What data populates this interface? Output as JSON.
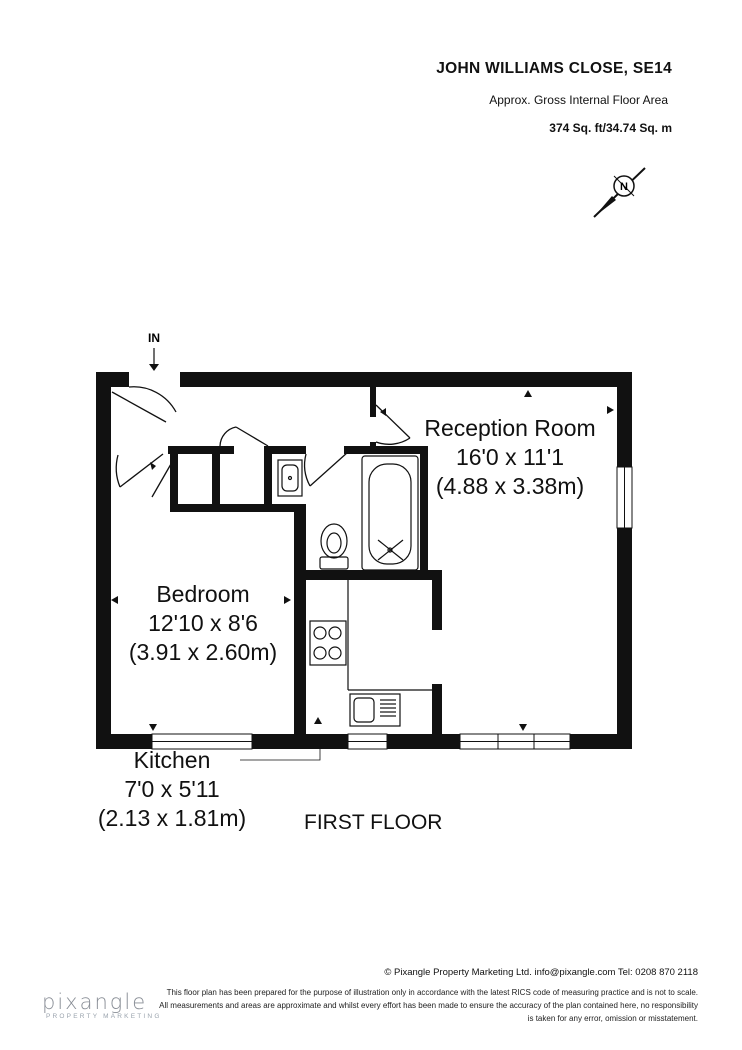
{
  "header": {
    "address": "JOHN WILLIAMS CLOSE, SE14",
    "area_label": "Approx. Gross Internal Floor Area",
    "area_value": "374 Sq. ft/34.74 Sq. m"
  },
  "compass": {
    "letter": "N",
    "icon": "compass-icon"
  },
  "entrance": {
    "label": "IN"
  },
  "rooms": {
    "reception": {
      "name": "Reception Room",
      "imperial": "16'0 x 11'1",
      "metric": "(4.88 x 3.38m)"
    },
    "bedroom": {
      "name": "Bedroom",
      "imperial": "12'10 x 8'6",
      "metric": "(3.91 x 2.60m)"
    },
    "kitchen": {
      "name": "Kitchen",
      "imperial": "7'0 x 5'11",
      "metric": "(2.13 x 1.81m)"
    }
  },
  "floor_label": "FIRST FLOOR",
  "footer": {
    "copyright": "© Pixangle Property Marketing Ltd. info@pixangle.com Tel: 0208 870 2118",
    "disclaimer": "This floor plan has been prepared for the purpose of illustration only in accordance with the latest RICS code of measuring practice and is not to scale. All measurements and areas are approximate and whilst every effort has been made to ensure the accuracy of the plan contained here, no responsibility is taken for any error, omission or misstatement.",
    "logo": "pixangle",
    "logo_tagline": "PROPERTY MARKETING"
  }
}
